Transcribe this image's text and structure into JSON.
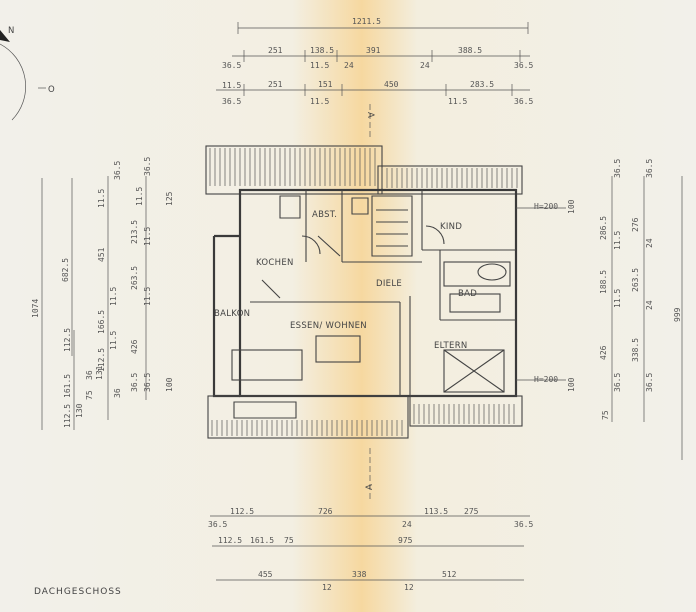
{
  "title": "DACHGESCHOSS",
  "compass": {
    "north": "N",
    "east": "O"
  },
  "section_mark": "A",
  "rooms": {
    "abst": "ABST.",
    "kind": "KIND",
    "kochen": "KOCHEN",
    "diele": "DIELE",
    "bad": "BAD",
    "balkon": "BALKON",
    "essen": "ESSEN/ WOHNEN",
    "eltern": "ELTERN"
  },
  "annotations": {
    "h200_top": "H=200",
    "h200_bot": "H=200",
    "v100_top": "100",
    "v100_bot": "100",
    "v125": "125",
    "v75": "75"
  },
  "dims_top": {
    "total": "1211.5",
    "r1": [
      "251",
      "138.5",
      "391",
      "388.5"
    ],
    "r1b": [
      "36.5",
      "11.5",
      "24",
      "24",
      "36.5"
    ],
    "r2": [
      "11.5",
      "251",
      "151",
      "450",
      "283.5"
    ],
    "r2b": [
      "36.5",
      "11.5",
      "11.5",
      "36.5"
    ]
  },
  "dims_left": {
    "total": "1074",
    "a": "682.5",
    "b": [
      "36.5",
      "11.5",
      "213.5",
      "11.5",
      "263.5",
      "11.5",
      "36.5"
    ],
    "c": [
      "36.5",
      "11.5",
      "451",
      "11.5",
      "166.5",
      "11.5",
      "112.5"
    ],
    "d": [
      "112.5",
      "161.5",
      "75",
      "130",
      "36",
      "131",
      "112.5",
      "36",
      "426",
      "36.5"
    ]
  },
  "dims_right": {
    "total": "999",
    "a": [
      "36.5",
      "286.5",
      "11.5",
      "188.5",
      "11.5",
      "426",
      "36.5"
    ],
    "b": [
      "36.5",
      "276",
      "24",
      "263.5",
      "24",
      "338.5",
      "36.5"
    ]
  },
  "dims_bottom": {
    "r1": [
      "36.5",
      "112.5",
      "726",
      "24",
      "113.5",
      "275",
      "36.5"
    ],
    "r2": [
      "112.5",
      "161.5",
      "75",
      "975"
    ],
    "r3": [
      "455",
      "12",
      "338",
      "12",
      "512"
    ]
  }
}
